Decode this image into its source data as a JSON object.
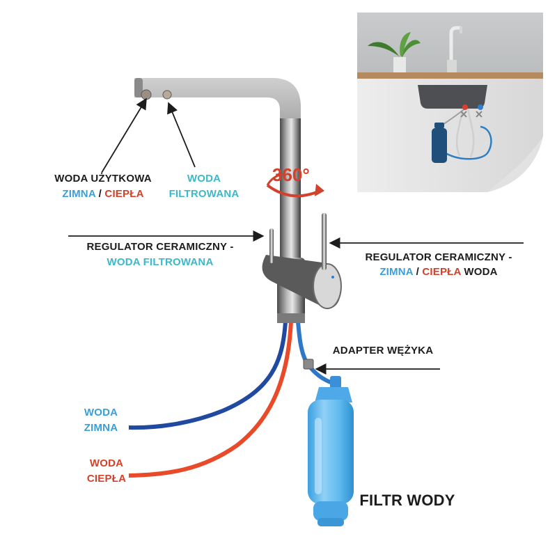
{
  "labels": {
    "woda_uzytkowa": "WODA UŻYTKOWA",
    "zimna": "ZIMNA",
    "slash": " / ",
    "ciepla": "CIEPŁA",
    "woda": "WODA",
    "filtrowana": "FILTROWANA",
    "reg_left_1": "REGULATOR CERAMICZNY -",
    "reg_left_2": "WODA FILTROWANA",
    "reg_right_1": "REGULATOR CERAMICZNY -",
    "reg_right_woda": "WODA",
    "adapter": "ADAPTER WĘŻYKA",
    "woda_zimna_1": "WODA",
    "woda_zimna_2": "ZIMNA",
    "woda_ciepla_1": "WODA",
    "woda_ciepla_2": "CIEPŁA",
    "filtr": "FILTR WODY",
    "rotation": "360°"
  },
  "colors": {
    "cold": "#3a9fd6",
    "hot": "#d2412b",
    "filtered": "#3cb8c8",
    "text": "#1c1c1c"
  },
  "icons": {
    "rotation": "rotation-arrow-icon"
  }
}
